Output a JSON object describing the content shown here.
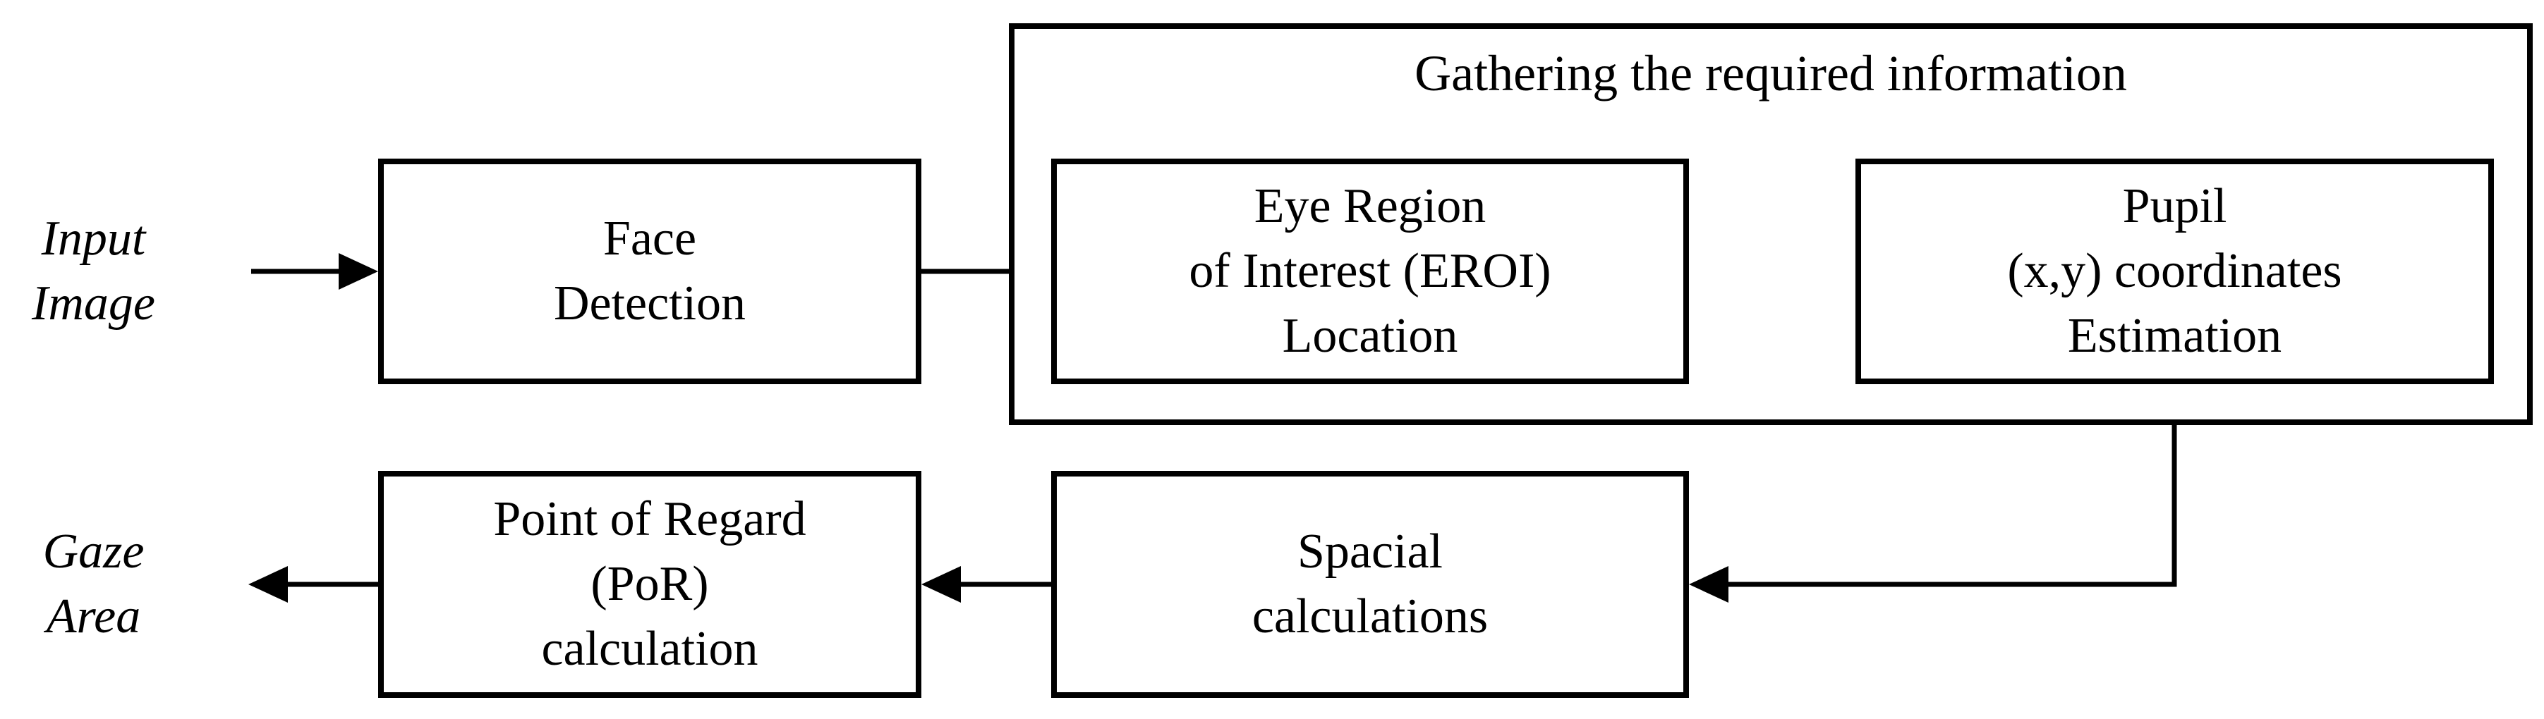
{
  "diagram": {
    "input_label": "Input\nImage",
    "output_label": "Gaze\nArea",
    "group_title": "Gathering the required information",
    "boxes": {
      "face_detection": "Face\nDetection",
      "eroi": "Eye Region\nof Interest (EROI)\nLocation",
      "pupil": "Pupil\n(x,y) coordinates\nEstimation",
      "spacial": "Spacial\ncalculations",
      "por": "Point of Regard\n(PoR)\ncalculation"
    },
    "colors": {
      "ink": "#000000",
      "background": "#ffffff"
    }
  }
}
